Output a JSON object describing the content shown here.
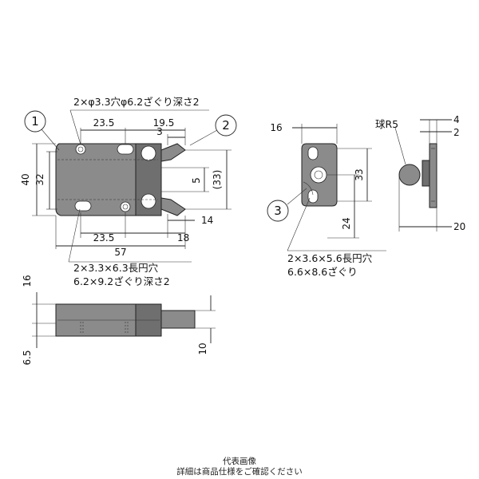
{
  "front_view": {
    "callout_1": "1",
    "callout_2": "2",
    "hole_note_top": "2×φ3.3穴φ6.2ざぐり深さ2",
    "dim_23_5_top": "23.5",
    "dim_19_5": "19.5",
    "dim_3": "3",
    "dim_40": "40",
    "dim_32": "32",
    "dim_33": "(33)",
    "dim_5": "5",
    "dim_14": "14",
    "dim_23_5_bottom": "23.5",
    "dim_18": "18",
    "dim_57": "57",
    "slot_note_line1": "2×3.3×6.3長円穴",
    "slot_note_line2": "6.2×9.2ざぐり深さ2"
  },
  "side_view": {
    "dim_16": "16",
    "dim_6_5": "6.5",
    "dim_10": "10"
  },
  "strike_view": {
    "callout_3": "3",
    "dim_16": "16",
    "dim_33": "33",
    "dim_24": "24",
    "ball_label": "球R5",
    "dim_4": "4",
    "dim_2": "2",
    "dim_20": "20",
    "slot_note_line1": "2×3.6×5.6長円穴",
    "slot_note_line2": "6.6×8.6ざぐり"
  },
  "footer": {
    "line1": "代表画像",
    "line2": "詳細は商品仕様をご確認ください"
  }
}
